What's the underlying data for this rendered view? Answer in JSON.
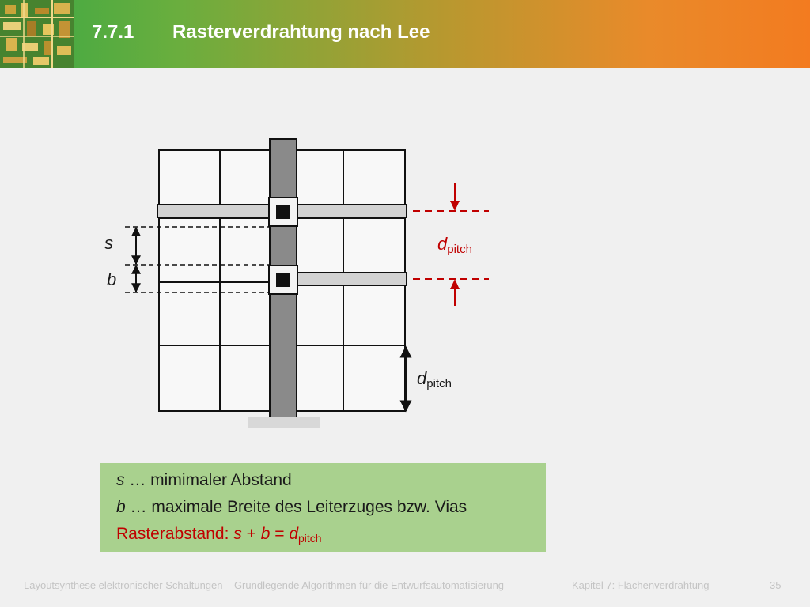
{
  "header": {
    "section_number": "7.7.1",
    "title": "Rasterverdrahtung nach Lee"
  },
  "diagram": {
    "label_s": "s",
    "label_b": "b",
    "label_d": "d",
    "label_pitch_sub": "pitch"
  },
  "definitions": {
    "s_var": "s",
    "s_text": " … mimimaler Abstand",
    "b_var": "b",
    "b_text": " … maximale Breite des Leiterzuges bzw. Vias",
    "raster_prefix": "Rasterabstand: ",
    "raster_s": "s",
    "raster_plus": " + ",
    "raster_b": "b",
    "raster_eq": " = ",
    "raster_d": "d",
    "raster_sub": "pitch"
  },
  "footer": {
    "course": "Layoutsynthese elektronischer Schaltungen – Grundlegende Algorithmen für die Entwurfsautomatisierung",
    "chapter": "Kapitel 7: Flächenverdrahtung",
    "page": "35"
  },
  "colors": {
    "accent_red": "#c00000",
    "box_green": "#a9d18e",
    "header_start": "#3aa844",
    "header_end": "#f37b20"
  }
}
